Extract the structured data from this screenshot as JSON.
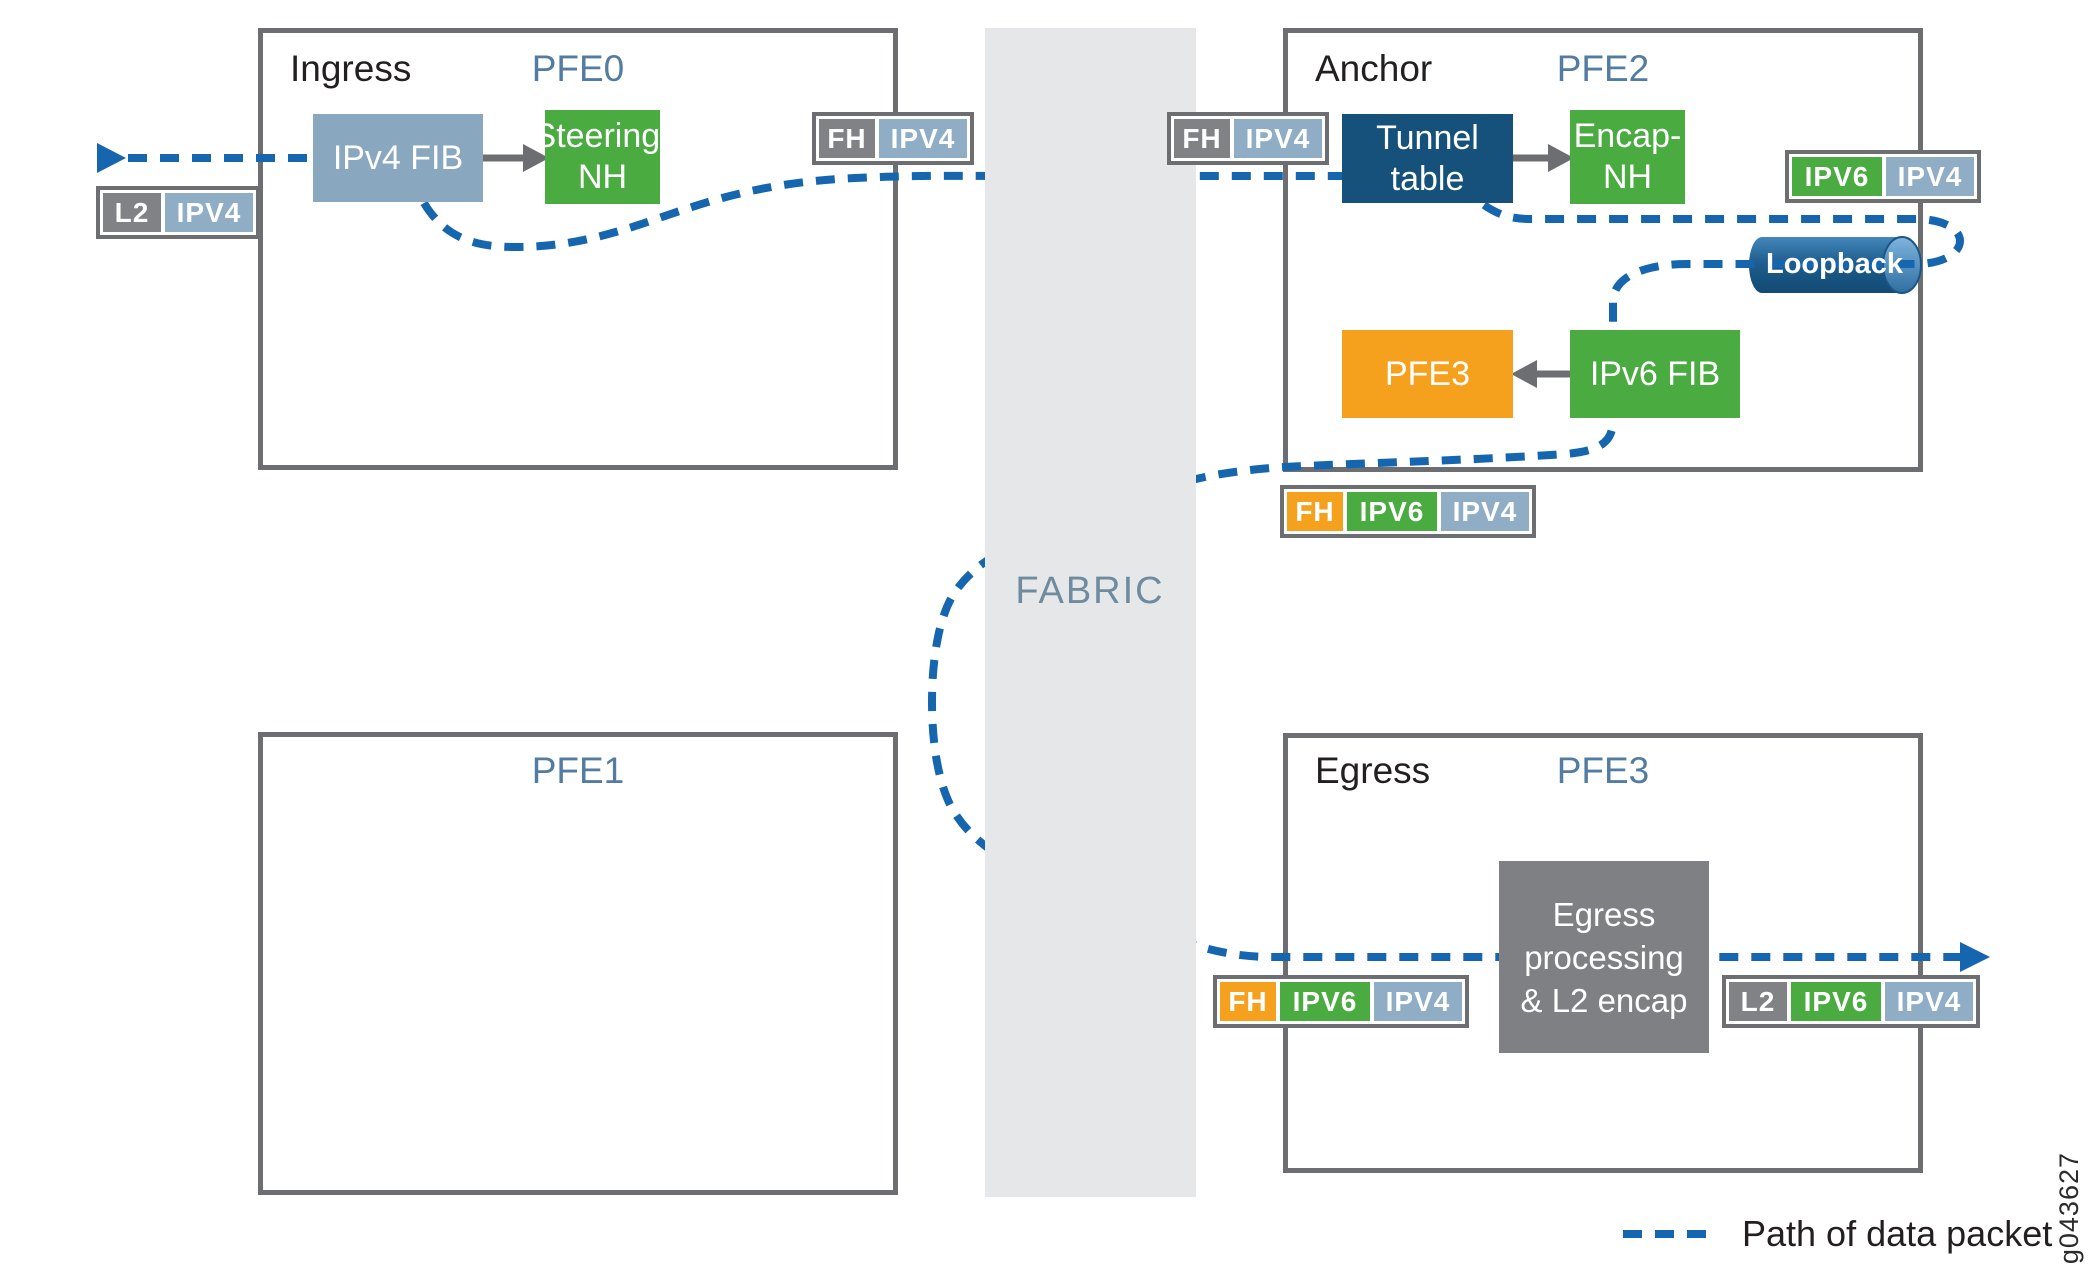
{
  "colors": {
    "box_border": "#6D6E71",
    "gray_fill": "#808285",
    "light_blue_fill": "#8FAEC6",
    "green_fill": "#4AAB41",
    "orange_fill": "#F5A11E",
    "dark_blue_fill": "#15517A",
    "fabric_band": "#E6E7E8",
    "path_blue": "#1566AF",
    "title_blue": "#527CA2"
  },
  "titles": {
    "pfe0_role": "Ingress",
    "pfe0_name": "PFE0",
    "pfe1_name": "PFE1",
    "pfe2_role": "Anchor",
    "pfe2_name": "PFE2",
    "pfe3_role": "Egress",
    "pfe3_name": "PFE3"
  },
  "fabric_label": "FABRIC",
  "nodes": {
    "ipv4_fib": {
      "label": "IPv4 FIB"
    },
    "steering_nh": {
      "line1": "Steering-",
      "line2": "NH"
    },
    "tunnel_table": {
      "line1": "Tunnel",
      "line2": "table"
    },
    "encap_nh": {
      "line1": "Encap-",
      "line2": "NH"
    },
    "pfe3_node": {
      "label": "PFE3"
    },
    "ipv6_fib": {
      "label": "IPv6 FIB"
    },
    "egress_processing": {
      "line1": "Egress",
      "line2": "processing",
      "line3": "& L2 encap"
    },
    "loopback": {
      "label": "Loopback"
    }
  },
  "chips": {
    "ingress_in": {
      "segments": [
        {
          "label": "L2"
        },
        {
          "label": "IPV4"
        }
      ]
    },
    "pfe0_out": {
      "segments": [
        {
          "label": "FH"
        },
        {
          "label": "IPV4"
        }
      ]
    },
    "pfe2_in": {
      "segments": [
        {
          "label": "FH"
        },
        {
          "label": "IPV4"
        }
      ]
    },
    "pfe2_out": {
      "segments": [
        {
          "label": "IPV6"
        },
        {
          "label": "IPV4"
        }
      ]
    },
    "pfe2_to_fabric": {
      "segments": [
        {
          "label": "FH"
        },
        {
          "label": "IPV6"
        },
        {
          "label": "IPV4"
        }
      ]
    },
    "egress_in": {
      "segments": [
        {
          "label": "FH"
        },
        {
          "label": "IPV6"
        },
        {
          "label": "IPV4"
        }
      ]
    },
    "egress_out": {
      "segments": [
        {
          "label": "L2"
        },
        {
          "label": "IPV6"
        },
        {
          "label": "IPV4"
        }
      ]
    }
  },
  "legend": {
    "label": "Path of data packet"
  },
  "figure_id": "g043627"
}
